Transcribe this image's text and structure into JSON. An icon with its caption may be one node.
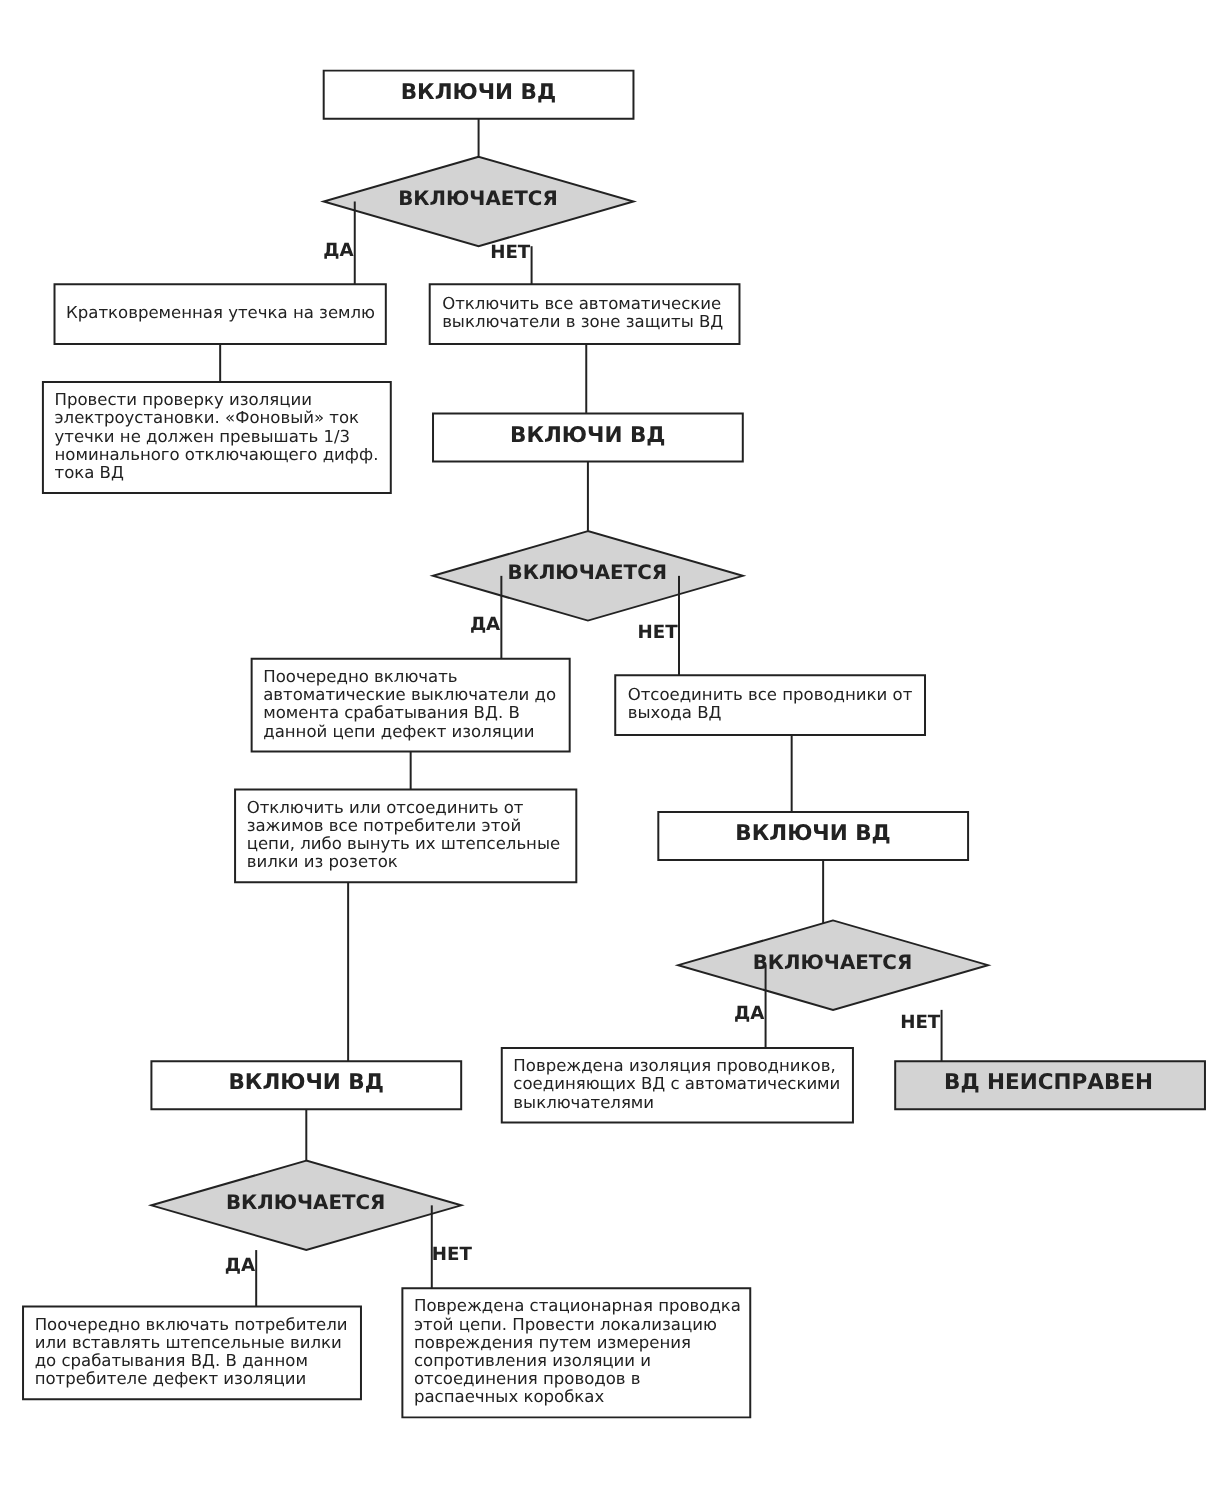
{
  "diagram": {
    "nodes": [
      {
        "text": [
          "ВКЛЮЧИ ВД"
        ]
      },
      {
        "text": [
          "ВКЛЮЧАЕТСЯ"
        ]
      },
      {
        "text": [
          "Кратковременная утечка на землю"
        ]
      },
      {
        "text": [
          "Отключить все автоматические выключатели в зоне защиты ВД"
        ]
      },
      {
        "text": [
          "Провести проверку изоляции электроустановки. «Фоновый» ток утечки не должен превышать 1/3 номинального отключающего дифф. тока ВД"
        ]
      },
      {
        "text": [
          "ВКЛЮЧИ ВД"
        ]
      },
      {
        "text": [
          "ВКЛЮЧАЕТСЯ"
        ]
      },
      {
        "text": [
          "Поочередно включать автоматические выключатели до момента срабатывания ВД. В данной цепи дефект изоляции"
        ]
      },
      {
        "text": [
          "Отсоединить все проводники от выхода ВД"
        ]
      },
      {
        "text": [
          "ВКЛЮЧИ ВД"
        ]
      },
      {
        "text": [
          "Отключить или отсоединить от зажимов все потребители этой цепи, либо вынуть их штепсельные вилки из розеток"
        ]
      },
      {
        "text": [
          "ВКЛЮЧАЕТСЯ"
        ]
      },
      {
        "text": [
          "ВКЛЮЧИ ВД"
        ]
      },
      {
        "text": [
          "Повреждена изоляция проводников, соединяющих ВД с автоматическими выключателями"
        ]
      },
      {
        "text": [
          "ВКЛЮЧАЕТСЯ"
        ]
      },
      {
        "text": [
          "Поочередно включать потребители или вставлять штепсельные вилки до срабатывания ВД. В данном потребителе дефект изоляции"
        ]
      },
      {
        "text": [
          "Повреждена стационарная проводка этой цепи. Провести локализацию повреждения путем измерения сопротивления изоляции и отсоединения проводов в распаечных коробках"
        ]
      },
      {
        "text": [
          "ВД НЕИСПРАВЕН"
        ]
      }
    ],
    "edges": [
      {
        "from": 0,
        "to": 1,
        "arrow": "none"
      },
      {
        "from": 1,
        "to": 2,
        "arrow": "none",
        "label": "ДА"
      },
      {
        "from": 1,
        "to": 3,
        "arrow": "none",
        "label": "НЕТ"
      },
      {
        "from": 2,
        "to": 4,
        "arrow": "none"
      },
      {
        "from": 3,
        "to": 5,
        "arrow": "none"
      },
      {
        "from": 5,
        "to": 6,
        "arrow": "none"
      },
      {
        "from": 6,
        "to": 7,
        "arrow": "none",
        "label": "ДА"
      },
      {
        "from": 6,
        "to": 8,
        "arrow": "none",
        "label": "НЕТ"
      },
      {
        "from": 7,
        "to": 10,
        "arrow": "none"
      },
      {
        "from": 8,
        "to": 9,
        "arrow": "none"
      },
      {
        "from": 9,
        "to": 11,
        "arrow": "none"
      },
      {
        "from": 10,
        "to": 12,
        "arrow": "none"
      },
      {
        "from": 11,
        "to": 13,
        "arrow": "none",
        "label": "ДА"
      },
      {
        "from": 11,
        "to": 17,
        "arrow": "none",
        "label": "НЕТ"
      },
      {
        "from": 12,
        "to": 14,
        "arrow": "none"
      },
      {
        "from": 14,
        "to": 15,
        "arrow": "none",
        "label": "ДА"
      },
      {
        "from": 14,
        "to": 16,
        "arrow": "none",
        "label": "НЕТ"
      }
    ]
  }
}
